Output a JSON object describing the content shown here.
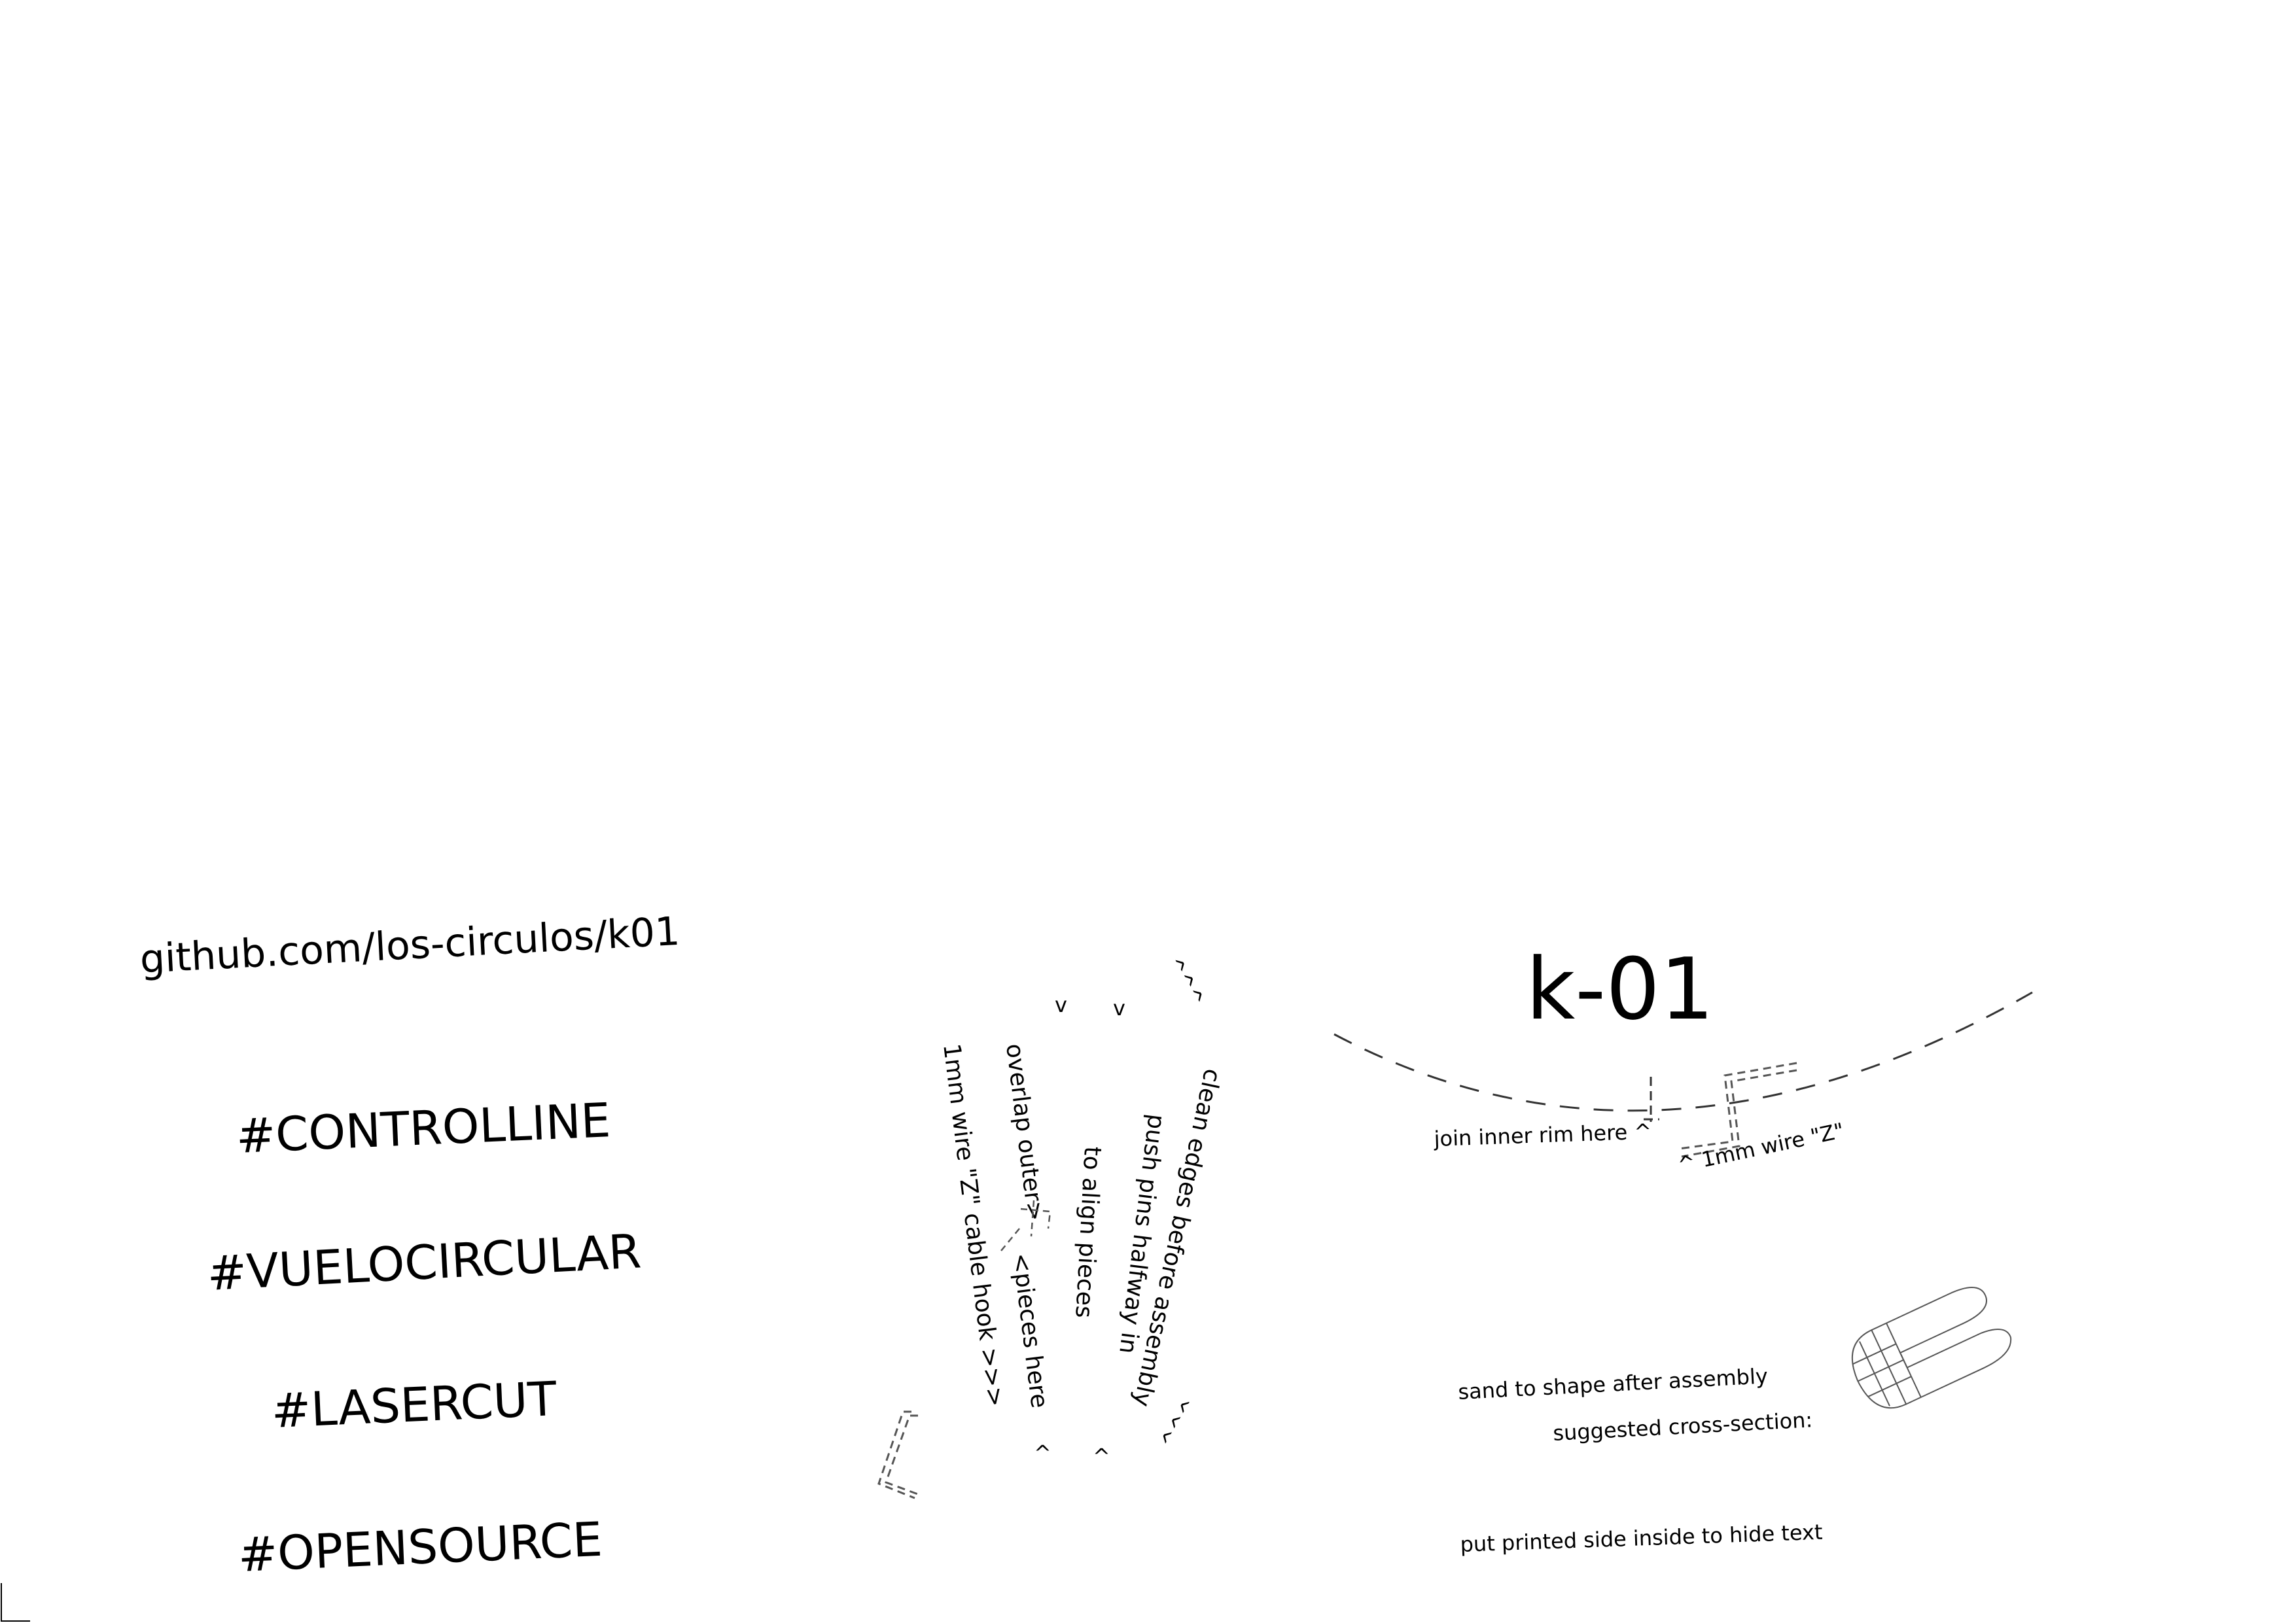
{
  "url_text": "github.com/los-circulos/k01",
  "hashtags": [
    "#CONTROLLINE",
    "#VUELOCIRCULAR",
    "#LASERCUT",
    "#OPENSOURCE"
  ],
  "model_title": "k-01",
  "left_notes": {
    "wire_hook": "1mm wire \"Z\" cable hook >>>",
    "overlap": "overlap outer>",
    "pieces": "<pieces here",
    "align": "to align pieces",
    "pins": "push pins halfway in",
    "clean": "clean edges before assembly"
  },
  "right_notes": {
    "join_rim": "join inner rim here ^",
    "wire_z": "^ 1mm wire \"Z\"",
    "sand": "sand to shape after assembly",
    "cross_section": "suggested cross-section:",
    "printed_side": "put printed side inside to hide text"
  },
  "marks": {
    "caret_down": "v",
    "caret_up": "^",
    "triple_caret": "^^^"
  },
  "colors": {
    "ink": "#000000",
    "guide_line": "#333333",
    "cut_line": "#555555",
    "background": "#ffffff"
  }
}
